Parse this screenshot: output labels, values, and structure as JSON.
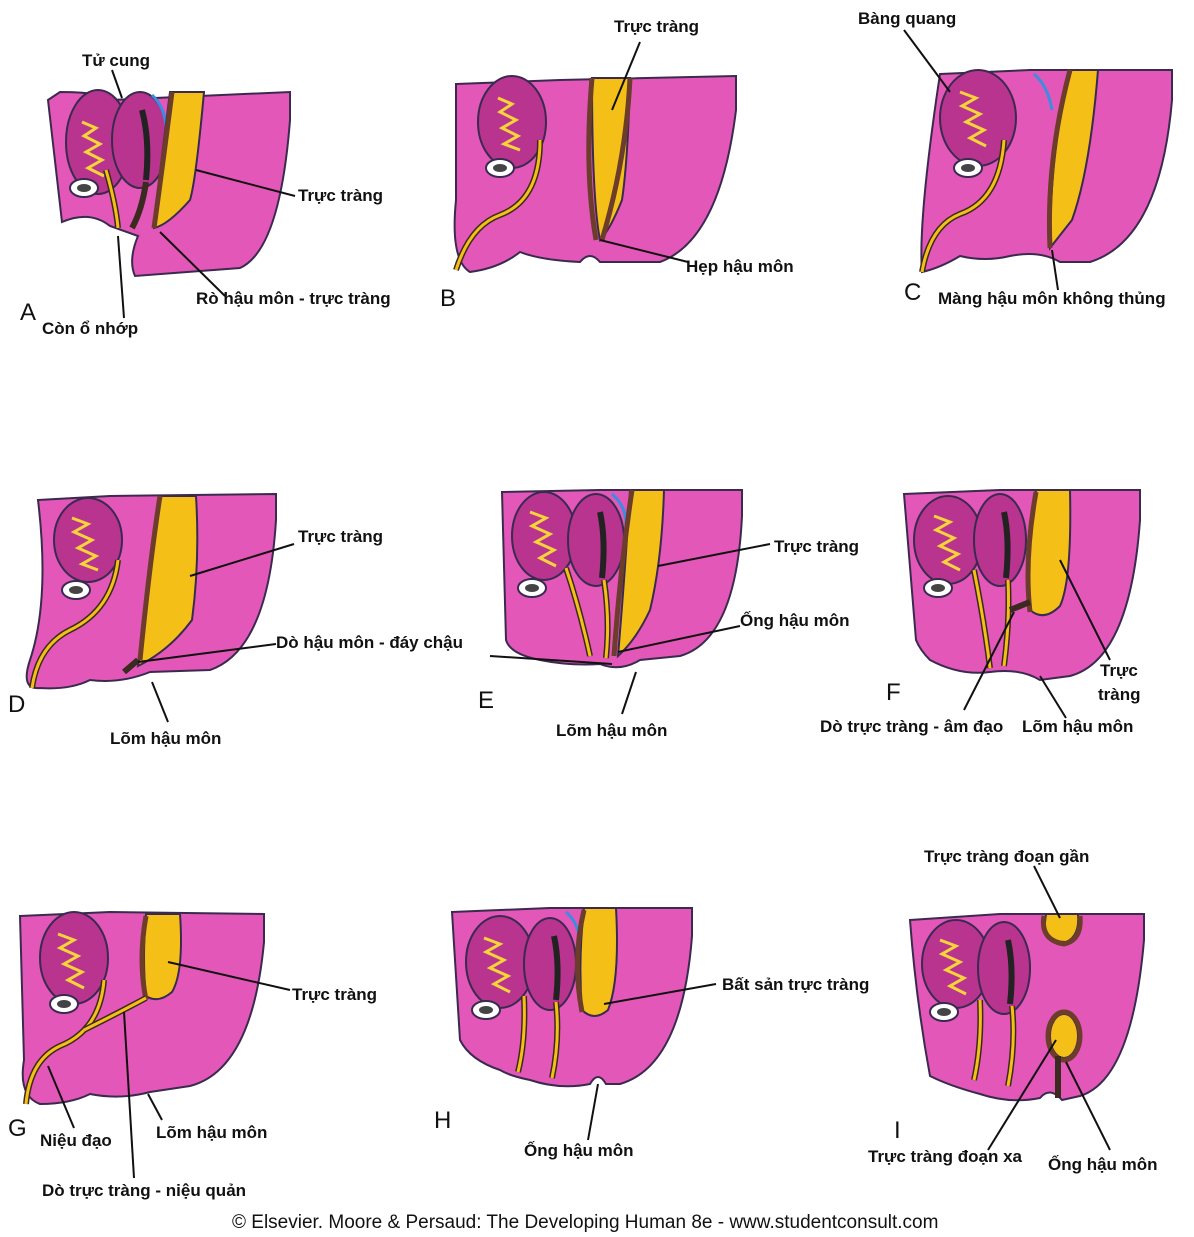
{
  "panels": {
    "A": {
      "letter": "A",
      "labels": {
        "uterus": "Tử cung",
        "rectum": "Trực tràng",
        "fistula": "Rò hậu môn - trực tràng",
        "cloaca": "Còn ổ nhớp"
      }
    },
    "B": {
      "letter": "B",
      "labels": {
        "rectum": "Trực tràng",
        "stenosis": "Hẹp hậu môn"
      }
    },
    "C": {
      "letter": "C",
      "labels": {
        "bladder": "Bàng quang",
        "membrane": "Màng hậu môn không thủng"
      }
    },
    "D": {
      "letter": "D",
      "labels": {
        "rectum": "Trực tràng",
        "fistula": "Dò hậu môn - đáy chậu",
        "pit": "Lõm hậu môn"
      }
    },
    "E": {
      "letter": "E",
      "labels": {
        "rectum": "Trực tràng",
        "canal": "Ống hậu môn",
        "pit": "Lõm hậu môn"
      }
    },
    "F": {
      "letter": "F",
      "labels": {
        "rectum_line1": "Trực",
        "rectum_line2": "tràng",
        "fistula": "Dò trực tràng - âm đạo",
        "pit": "Lõm hậu môn"
      }
    },
    "G": {
      "letter": "G",
      "labels": {
        "rectum": "Trực tràng",
        "urethra": "Niệu đạo",
        "pit": "Lõm hậu môn",
        "fistula": "Dò trực tràng - niệu quản"
      }
    },
    "H": {
      "letter": "H",
      "labels": {
        "agenesis": "Bất sản trực tràng",
        "canal": "Ống hậu môn"
      }
    },
    "I": {
      "letter": "I",
      "labels": {
        "proximal": "Trực tràng đoạn gần",
        "distal": "Trực tràng đoạn xa",
        "canal": "Ống hậu môn"
      }
    }
  },
  "copyright": "© Elsevier. Moore & Persaud: The Developing Human 8e - www.studentconsult.com",
  "colors": {
    "tissue": "#e357b8",
    "rectum": "#f4c018",
    "organ": "#b8348f",
    "outline": "#3a2a50",
    "mucosa": "#3a8de0"
  }
}
